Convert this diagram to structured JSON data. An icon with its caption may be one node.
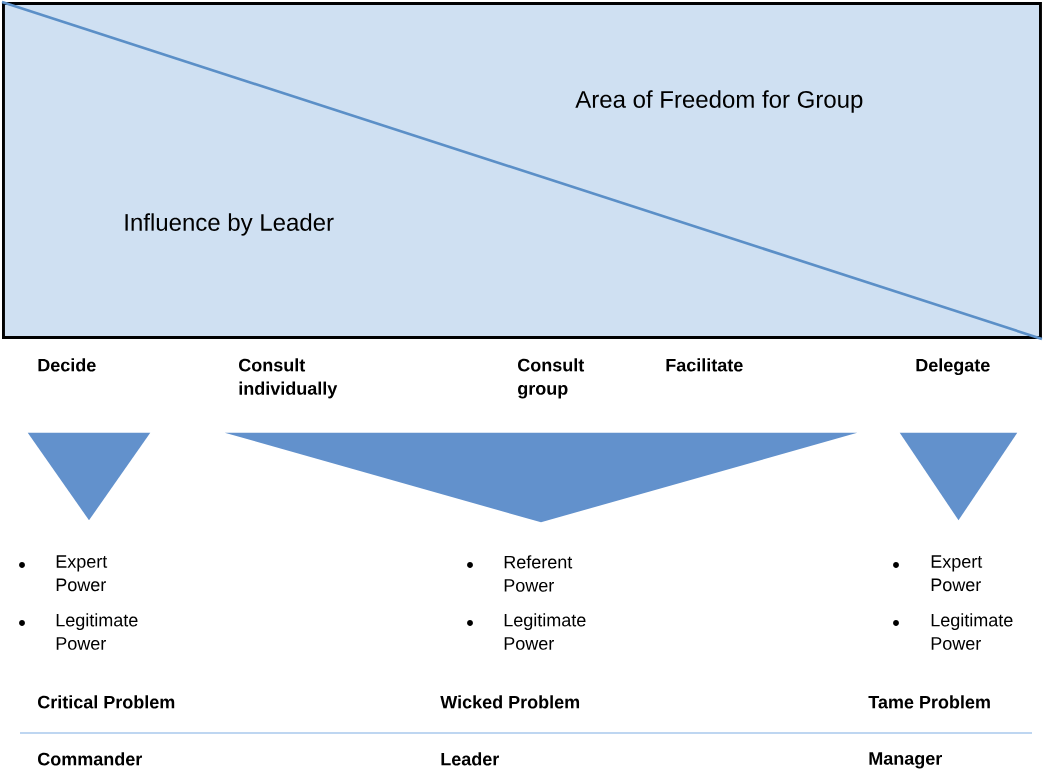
{
  "diagram": {
    "nodes": [
      {
        "text": [
          "Area of Freedom for Group",
          "Influence by Leader"
        ]
      },
      {
        "text": [],
        "shape": "triangle"
      },
      {
        "text": [],
        "shape": "triangle"
      },
      {
        "text": [],
        "shape": "triangle"
      }
    ],
    "labels": [
      "Decide",
      "Consult individually",
      "Consult group",
      "Facilitate",
      "Delegate",
      "Expert Power",
      "Legitimate Power",
      "Referent Power",
      "Legitimate Power",
      "Expert Power",
      "Legitimate Power",
      "Critical Problem",
      "Wicked Problem",
      "Tame Problem",
      "Commander",
      "Leader",
      "Manager"
    ]
  }
}
